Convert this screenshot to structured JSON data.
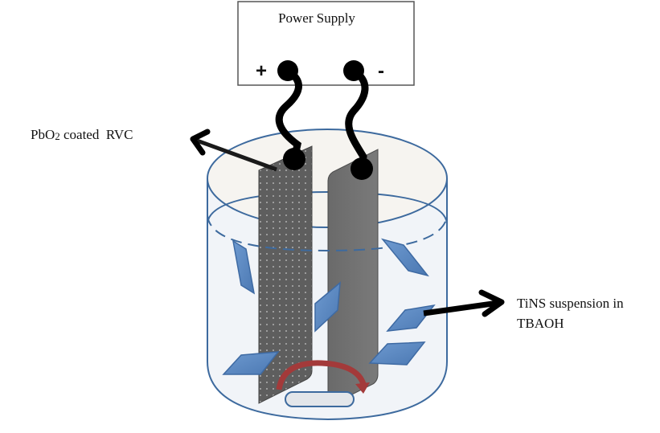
{
  "diagram": {
    "power_supply": {
      "title": "Power Supply",
      "positive_symbol": "+",
      "negative_symbol": "-"
    },
    "labels": {
      "anode_prefix": "PbO",
      "anode_subscript": "2",
      "anode_suffix": " coated  RVC",
      "suspension_line1": "TiNS suspension in",
      "suspension_line2": "TBAOH"
    },
    "colors": {
      "vessel_outline": "#3d6a9e",
      "liquid": "#eef2f7",
      "flake_fill": "#5b87c0",
      "flake_edge": "#3e6aa3",
      "anode": "#5a5a5a",
      "cathode": "#6e6e6e",
      "wire": "#000000",
      "stir_arrow": "#a33a3a"
    }
  }
}
